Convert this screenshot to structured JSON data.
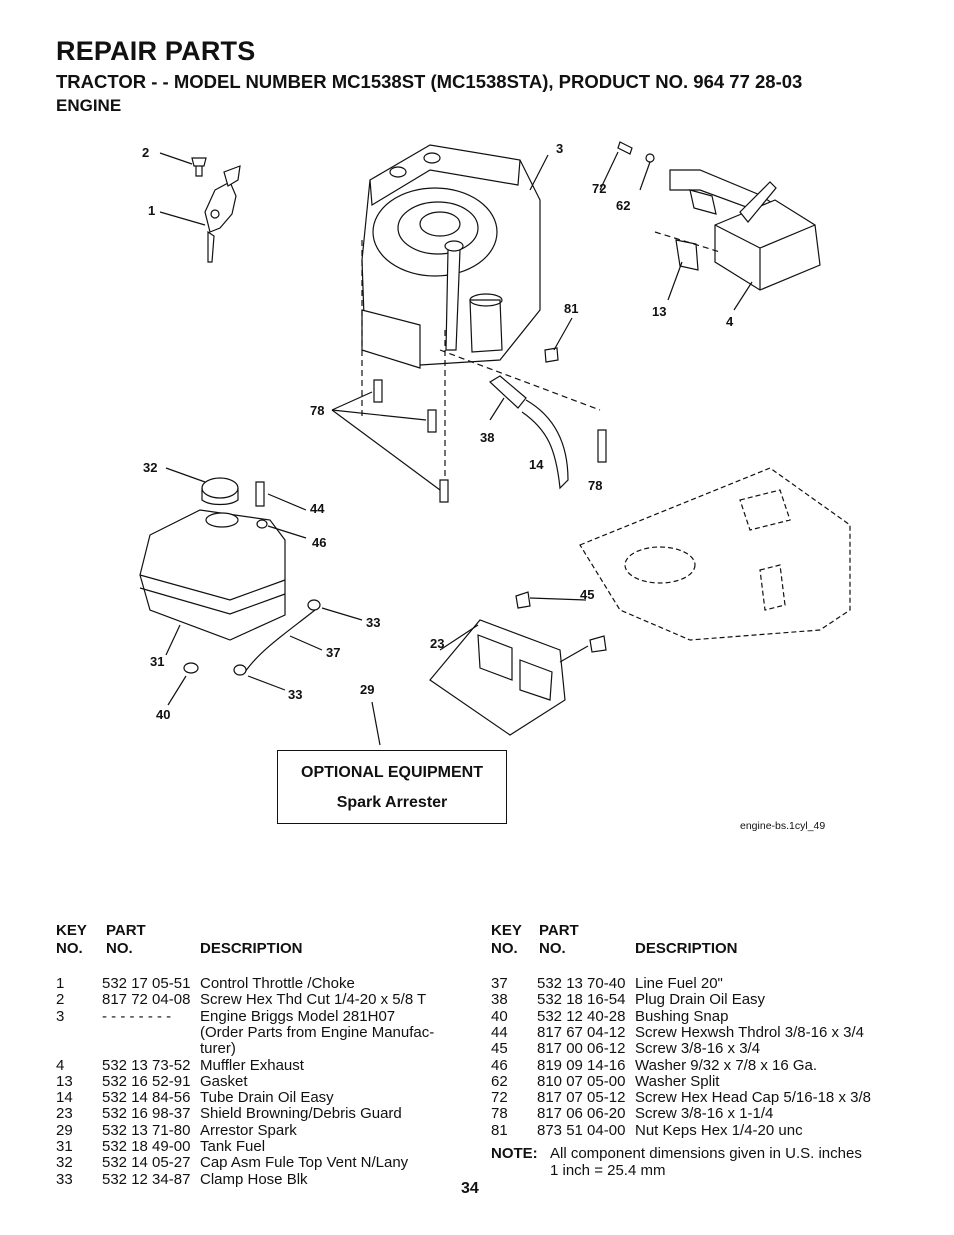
{
  "header": {
    "title": "REPAIR PARTS",
    "subtitle": "TRACTOR - - MODEL NUMBER  MC1538ST (MC1538STA), PRODUCT NO. 964 77 28-03",
    "section": "ENGINE"
  },
  "diagram": {
    "callouts": [
      "2",
      "1",
      "3",
      "72",
      "62",
      "13",
      "4",
      "81",
      "78",
      "38",
      "14",
      "78",
      "32",
      "44",
      "46",
      "45",
      "33",
      "23",
      "31",
      "37",
      "33",
      "29",
      "40"
    ],
    "figure_id": "engine-bs.1cyl_49"
  },
  "optional_equipment": {
    "title": "OPTIONAL EQUIPMENT",
    "item": "Spark Arrester"
  },
  "table_headers": {
    "key_line1": "KEY",
    "key_line2": "NO.",
    "part_line1": "PART",
    "part_line2": "NO.",
    "description": "DESCRIPTION"
  },
  "parts_left": [
    {
      "key": "1",
      "part": "532 17 05-51",
      "desc": "Control Throttle /Choke"
    },
    {
      "key": "2",
      "part": "817 72 04-08",
      "desc": "Screw Hex Thd Cut 1/4-20 x 5/8 T"
    },
    {
      "key": "3",
      "part": "- - - - - - - -",
      "desc": "Engine Briggs Model 281H07"
    },
    {
      "key": "",
      "part": "",
      "desc": "(Order Parts from Engine Manufac-"
    },
    {
      "key": "",
      "part": "",
      "desc": "turer)"
    },
    {
      "key": "4",
      "part": "532 13 73-52",
      "desc": "Muffler Exhaust"
    },
    {
      "key": "13",
      "part": "532 16 52-91",
      "desc": "Gasket"
    },
    {
      "key": "14",
      "part": "532 14 84-56",
      "desc": "Tube Drain Oil Easy"
    },
    {
      "key": "23",
      "part": "532 16 98-37",
      "desc": "Shield Browning/Debris Guard"
    },
    {
      "key": "29",
      "part": "532 13 71-80",
      "desc": "Arrestor Spark"
    },
    {
      "key": "31",
      "part": "532 18 49-00",
      "desc": "Tank Fuel"
    },
    {
      "key": "32",
      "part": "532 14 05-27",
      "desc": "Cap Asm Fule Top Vent N/Lany"
    },
    {
      "key": "33",
      "part": "532 12 34-87",
      "desc": "Clamp Hose Blk"
    }
  ],
  "parts_right": [
    {
      "key": "37",
      "part": "532 13 70-40",
      "desc": "Line Fuel 20\""
    },
    {
      "key": "38",
      "part": "532 18 16-54",
      "desc": "Plug Drain Oil Easy"
    },
    {
      "key": "40",
      "part": "532 12 40-28",
      "desc": "Bushing Snap"
    },
    {
      "key": "44",
      "part": "817 67 04-12",
      "desc": "Screw Hexwsh Thdrol 3/8-16 x 3/4"
    },
    {
      "key": "45",
      "part": "817 00 06-12",
      "desc": "Screw 3/8-16 x 3/4"
    },
    {
      "key": "46",
      "part": "819 09 14-16",
      "desc": "Washer 9/32 x 7/8 x 16 Ga."
    },
    {
      "key": "62",
      "part": "810 07 05-00",
      "desc": "Washer Split"
    },
    {
      "key": "72",
      "part": "817 07 05-12",
      "desc": "Screw Hex Head Cap 5/16-18 x 3/8"
    },
    {
      "key": "78",
      "part": "817 06 06-20",
      "desc": "Screw 3/8-16 x 1-1/4"
    },
    {
      "key": "81",
      "part": "873 51 04-00",
      "desc": "Nut Keps Hex 1/4-20 unc"
    }
  ],
  "note": {
    "label": "NOTE:",
    "line1": "All component dimensions given in U.S. inches",
    "line2": "1 inch = 25.4 mm"
  },
  "page_number": "34"
}
